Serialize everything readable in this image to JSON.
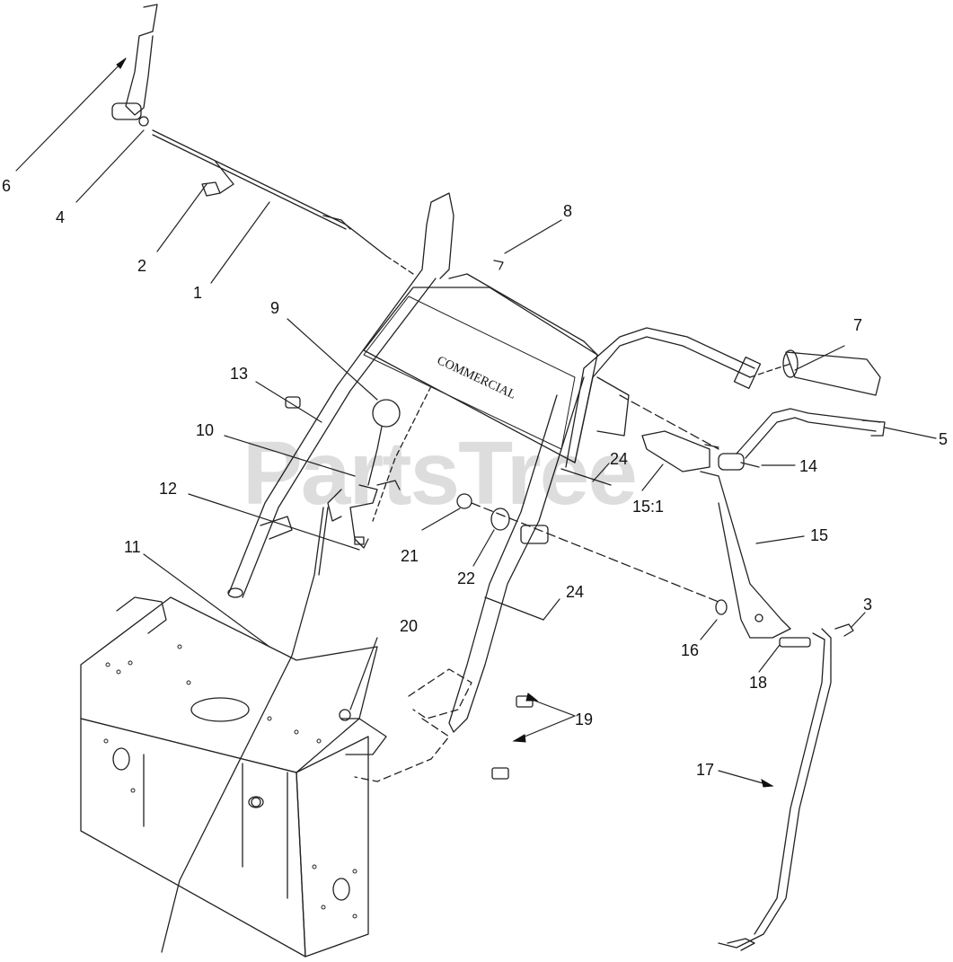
{
  "watermark": "PartsTree",
  "brand_label": "COMMERCIAL",
  "callouts": {
    "c1": "1",
    "c2": "2",
    "c3": "3",
    "c4": "4",
    "c5": "5",
    "c6": "6",
    "c7": "7",
    "c8": "8",
    "c9": "9",
    "c10": "10",
    "c11": "11",
    "c12": "12",
    "c13": "13",
    "c14": "14",
    "c15": "15",
    "c15_1": "15:1",
    "c16": "16",
    "c17": "17",
    "c18": "18",
    "c19": "19",
    "c20": "20",
    "c21": "21",
    "c22": "22",
    "c24a": "24",
    "c24b": "24"
  }
}
